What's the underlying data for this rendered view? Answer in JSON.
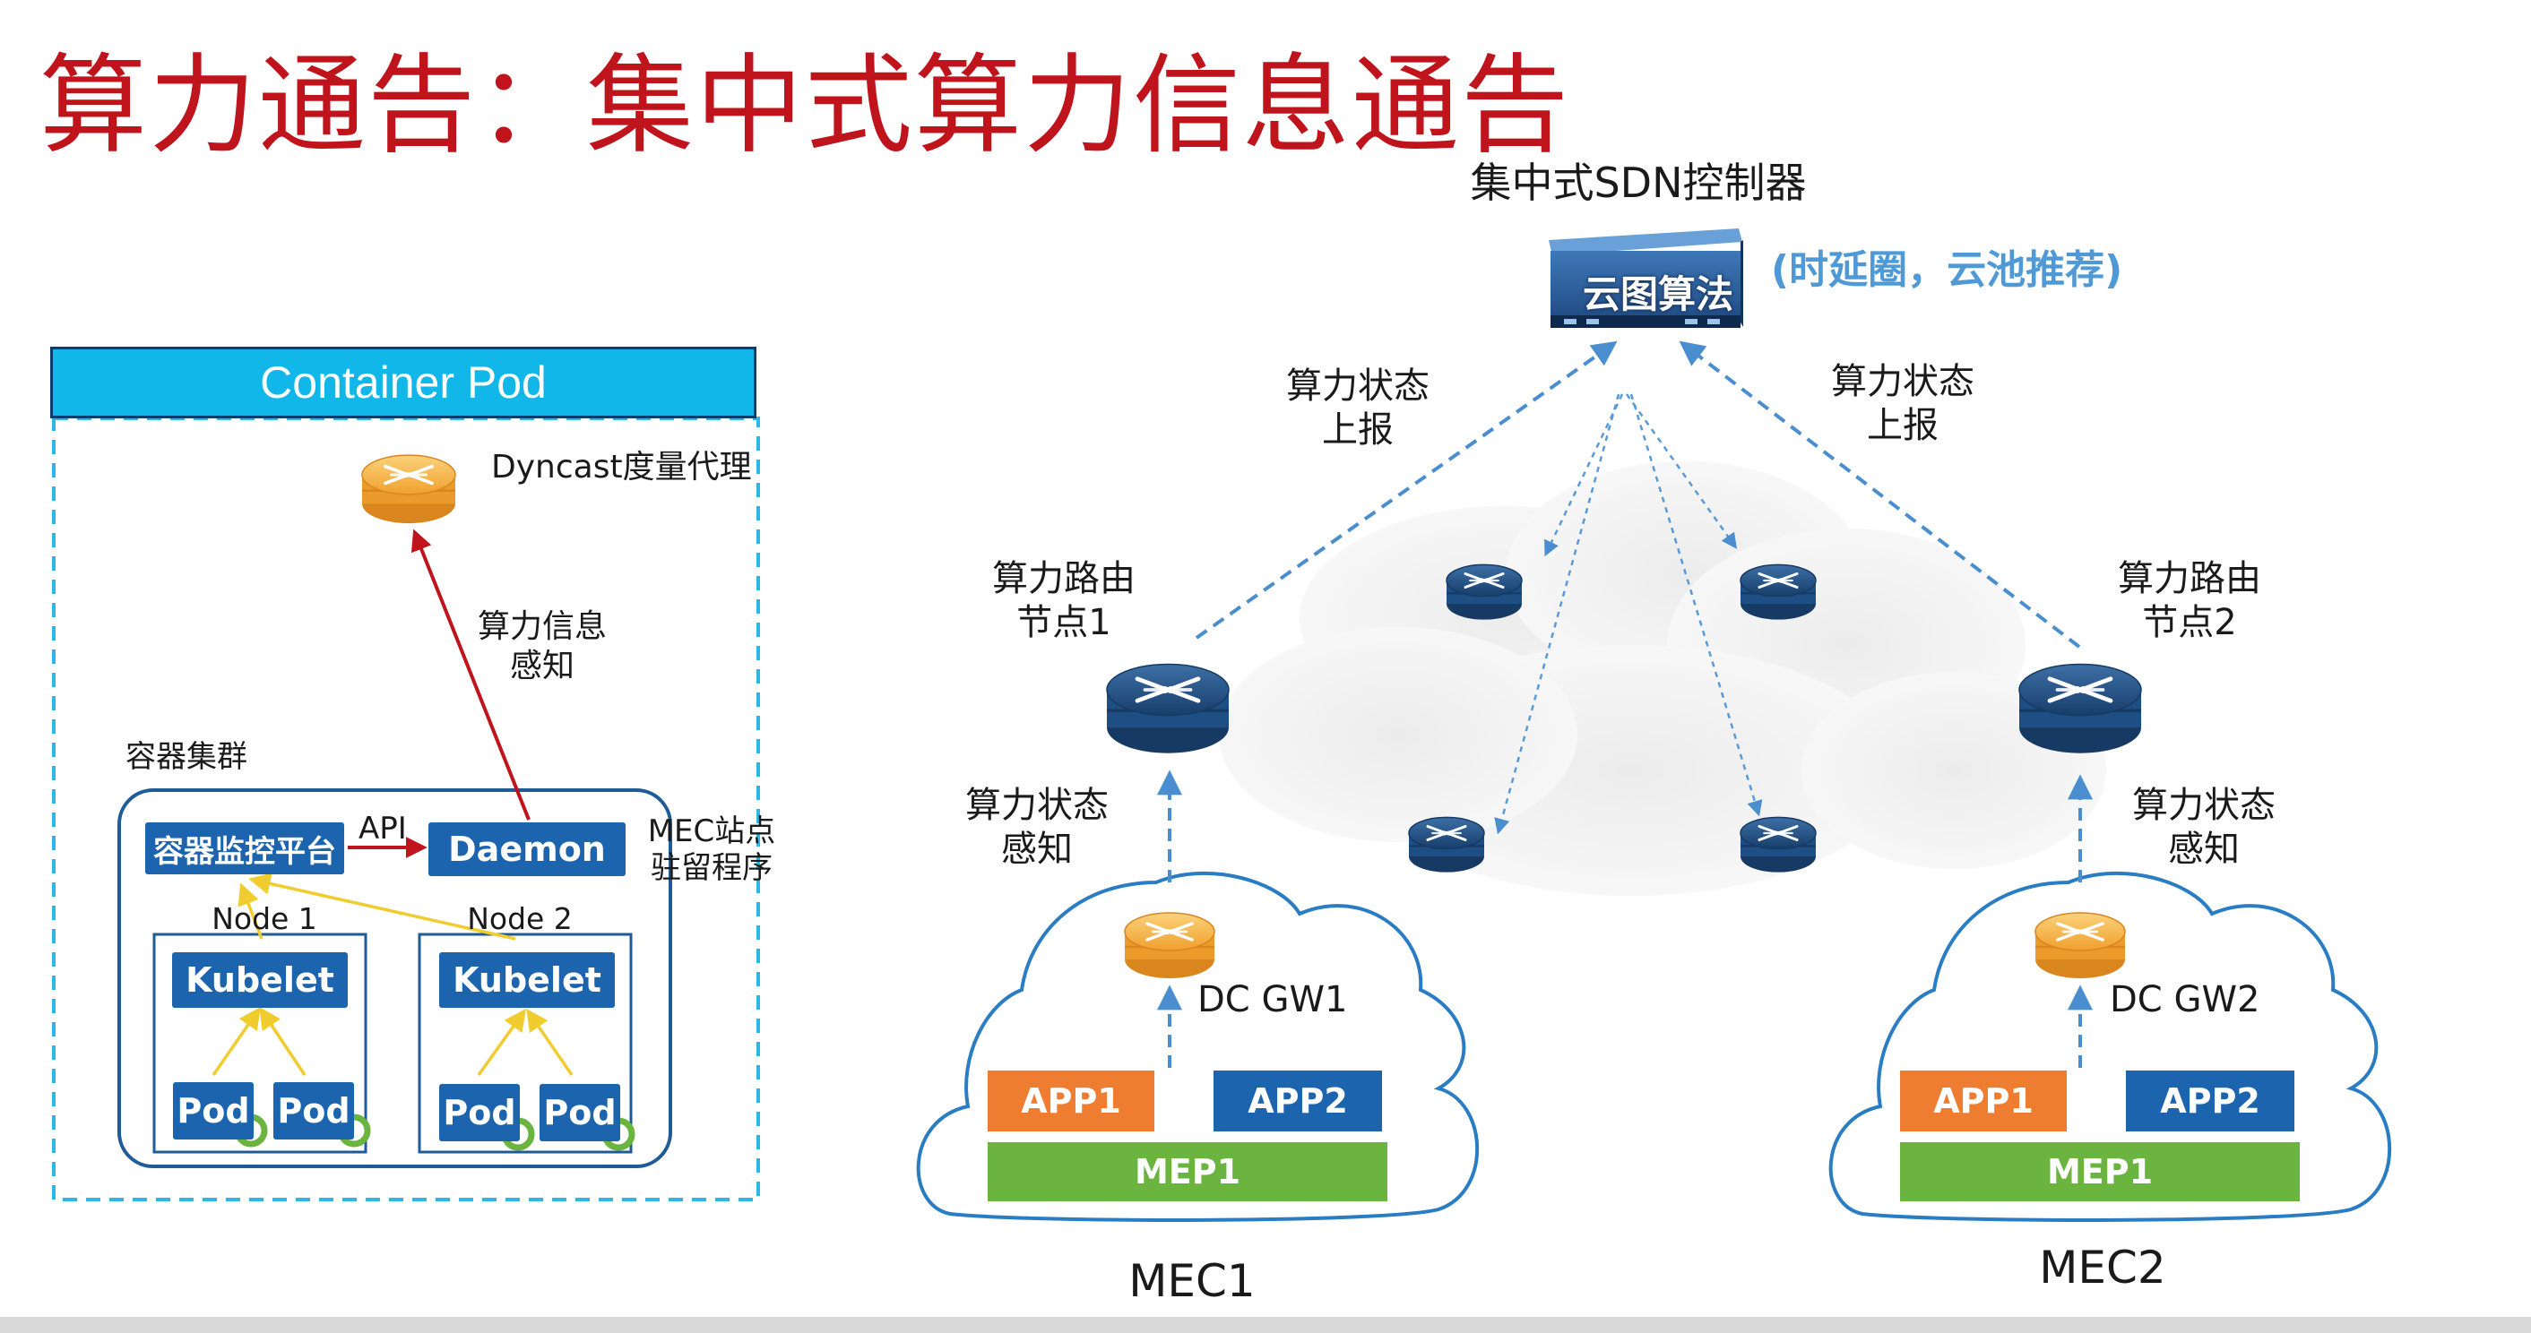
{
  "title": "算力通告：集中式算力信息通告",
  "controller": {
    "title": "集中式SDN控制器",
    "label": "云图算法",
    "note": "(时延圈，云池推荐)"
  },
  "report_left": {
    "line1": "算力状态",
    "line2": "上报"
  },
  "report_right": {
    "line1": "算力状态",
    "line2": "上报"
  },
  "route_node1": {
    "line1": "算力路由",
    "line2": "节点1"
  },
  "route_node2": {
    "line1": "算力路由",
    "line2": "节点2"
  },
  "sense_left": {
    "line1": "算力状态",
    "line2": "感知"
  },
  "sense_right": {
    "line1": "算力状态",
    "line2": "感知"
  },
  "container_pod": {
    "header": "Container Pod",
    "agent": "Dyncast度量代理",
    "info_sense": {
      "line1": "算力信息",
      "line2": "感知"
    },
    "cluster": "容器集群",
    "monitor": "容器监控平台",
    "api": "API",
    "daemon": "Daemon",
    "mec_resident": {
      "line1": "MEC站点",
      "line2": "驻留程序"
    },
    "node1": "Node 1",
    "node2": "Node 2",
    "kubelet": "Kubelet",
    "pod": "Pod"
  },
  "mec1": {
    "gw": "DC GW1",
    "app1": "APP1",
    "app2": "APP2",
    "mep": "MEP1",
    "name": "MEC1"
  },
  "mec2": {
    "gw": "DC GW2",
    "app1": "APP1",
    "app2": "APP2",
    "mep": "MEP1",
    "name": "MEC2"
  },
  "colors": {
    "title": "#c0141c",
    "pod_header": "#12b7ea",
    "blue_box": "#1c64ad",
    "orange_box": "#ee7d31",
    "green_box": "#6ab43f",
    "router_blue": "#1e4f84",
    "router_orange": "#f2a53a",
    "dashed_line": "#4a8ed0",
    "red_arrow": "#c0141c",
    "yellow_arrow": "#f1cc2e"
  }
}
